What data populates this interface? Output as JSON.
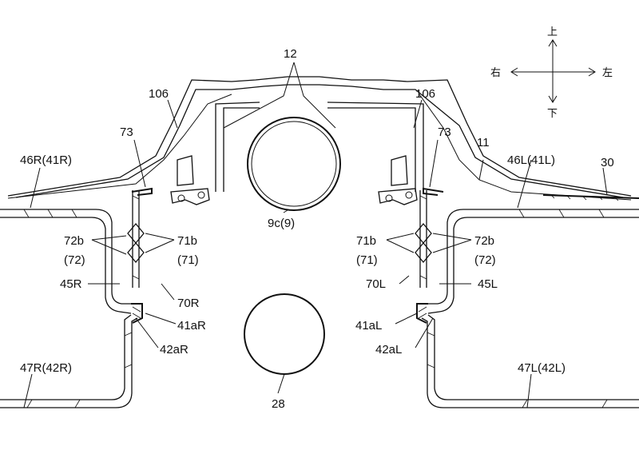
{
  "labels": {
    "l12": "12",
    "l106_left": "106",
    "l106_right": "106",
    "l73_left": "73",
    "l73_right": "73",
    "l11": "11",
    "l30": "30",
    "l46R": "46R(41R)",
    "l46L": "46L(41L)",
    "l72b_left": "72b",
    "l72_left": "(72)",
    "l71b_left": "71b",
    "l71_left": "(71)",
    "l71b_right": "71b",
    "l71_right": "(71)",
    "l72b_right": "72b",
    "l72_right": "(72)",
    "l9c": "9c(9)",
    "l45R": "45R",
    "l45L": "45L",
    "l70R": "70R",
    "l70L": "70L",
    "l41aR": "41aR",
    "l42aR": "42aR",
    "l41aL": "41aL",
    "l42aL": "42aL",
    "l47R": "47R(42R)",
    "l47L": "47L(42L)",
    "l28": "28"
  },
  "compass": {
    "up": "上",
    "down": "下",
    "right": "右",
    "left": "左"
  }
}
